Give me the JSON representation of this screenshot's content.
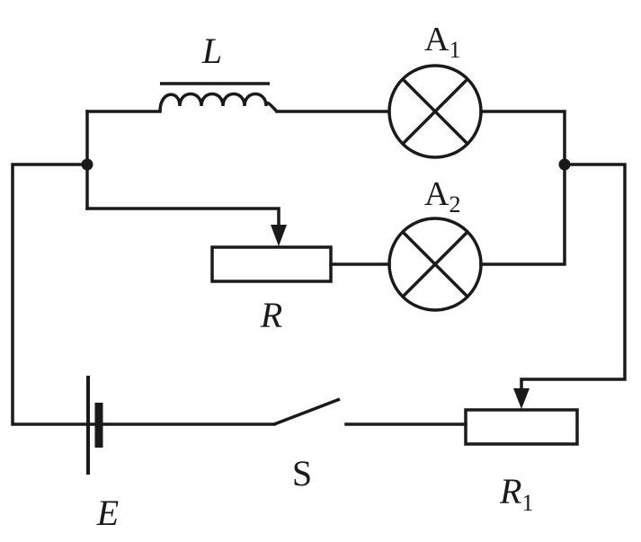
{
  "components": {
    "inductor": {
      "label": "L"
    },
    "lamp_1": {
      "label": "A",
      "subscript": "1"
    },
    "lamp_2": {
      "label": "A",
      "subscript": "2"
    },
    "rheostat": {
      "label": "R"
    },
    "rheostat_1": {
      "label": "R",
      "subscript": "1"
    },
    "switch": {
      "label": "S"
    },
    "battery": {
      "label": "E"
    }
  },
  "colors": {
    "ink": "#1a1a1a",
    "background": "#ffffff"
  }
}
